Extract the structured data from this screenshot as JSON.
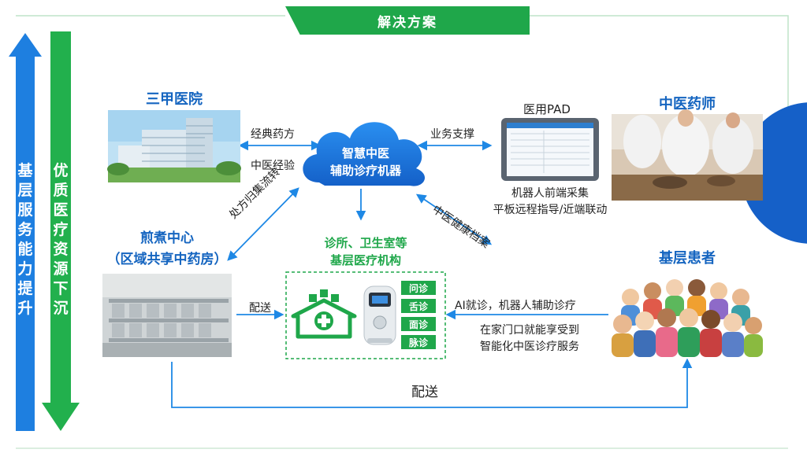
{
  "title": "解决方案",
  "left_arrows": {
    "blue_text": "基层服务能力提升",
    "green_text": "优质医疗资源下沉"
  },
  "nodes": {
    "hospital": "三甲医院",
    "cloud": [
      "智慧中医",
      "辅助诊疗机器"
    ],
    "pharmacist": "中医药师",
    "pad": "医用PAD",
    "pad_caption": [
      "机器人前端采集",
      "平板远程指导/近端联动"
    ],
    "decoction": [
      "煎煮中心",
      "（区域共享中药房）"
    ],
    "clinic": [
      "诊所、卫生室等",
      "基层医疗机构"
    ],
    "patients": "基层患者"
  },
  "edge_labels": {
    "classic": "经典药方",
    "experience": "中医经验",
    "business": "业务支撑",
    "prescription": "处方归集流转",
    "health_record": "中医健康档案",
    "deliver_small": "配送",
    "ai_diag": "AI就诊，机器人辅助诊疗",
    "home_service": [
      "在家门口就能享受到",
      "智能化中医诊疗服务"
    ],
    "deliver_big": "配送"
  },
  "diagnosis_methods": [
    "问诊",
    "舌诊",
    "面诊",
    "脉诊"
  ],
  "colors": {
    "blue": "#1e88e5",
    "green": "#1fa74a",
    "dark_blue": "#1565c0"
  }
}
